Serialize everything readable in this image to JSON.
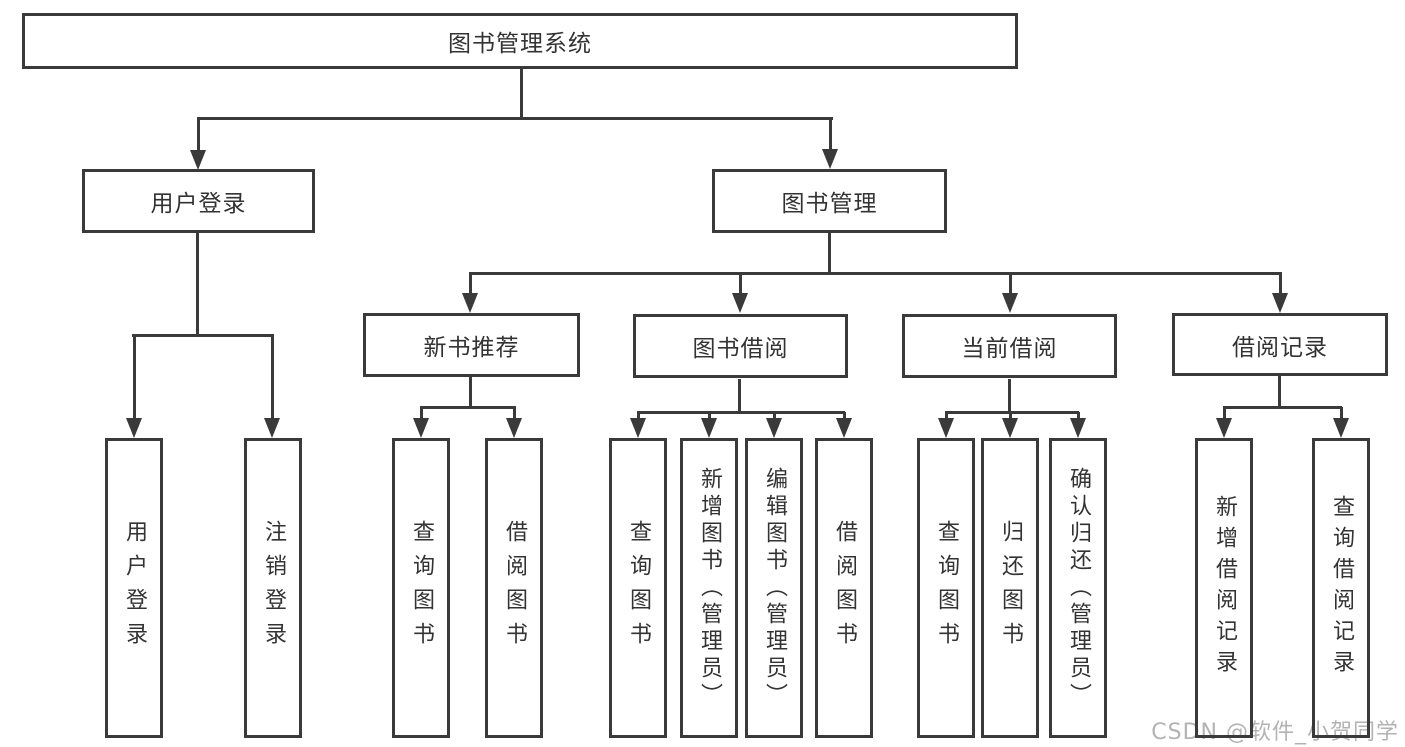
{
  "diagram": {
    "root": {
      "label": "图书管理系统"
    },
    "level1": [
      {
        "label": "用户登录"
      },
      {
        "label": "图书管理"
      }
    ],
    "level2": [
      {
        "label": "新书推荐"
      },
      {
        "label": "图书借阅"
      },
      {
        "label": "当前借阅"
      },
      {
        "label": "借阅记录"
      }
    ],
    "groups": [
      {
        "parent_label": "用户登录",
        "leaves": [
          {
            "label": "用户登录"
          },
          {
            "label": "注销登录"
          }
        ]
      },
      {
        "parent_label": "新书推荐",
        "leaves": [
          {
            "label": "查询图书"
          },
          {
            "label": "借阅图书"
          }
        ]
      },
      {
        "parent_label": "图书借阅",
        "leaves": [
          {
            "label": "查询图书"
          },
          {
            "label": "新增图书（管理员）"
          },
          {
            "label": "编辑图书（管理员）"
          },
          {
            "label": "借阅图书"
          }
        ]
      },
      {
        "parent_label": "当前借阅",
        "leaves": [
          {
            "label": "查询图书"
          },
          {
            "label": "归还图书"
          },
          {
            "label": "确认归还（管理员）"
          }
        ]
      },
      {
        "parent_label": "借阅记录",
        "leaves": [
          {
            "label": "新增借阅记录"
          },
          {
            "label": "查询借阅记录"
          }
        ]
      }
    ],
    "watermark": "CSDN @软件_小贺同学",
    "colors": {
      "line": "#3a3a3a",
      "text": "#333333",
      "watermark": "#b3b3b3",
      "background": "#ffffff"
    }
  }
}
